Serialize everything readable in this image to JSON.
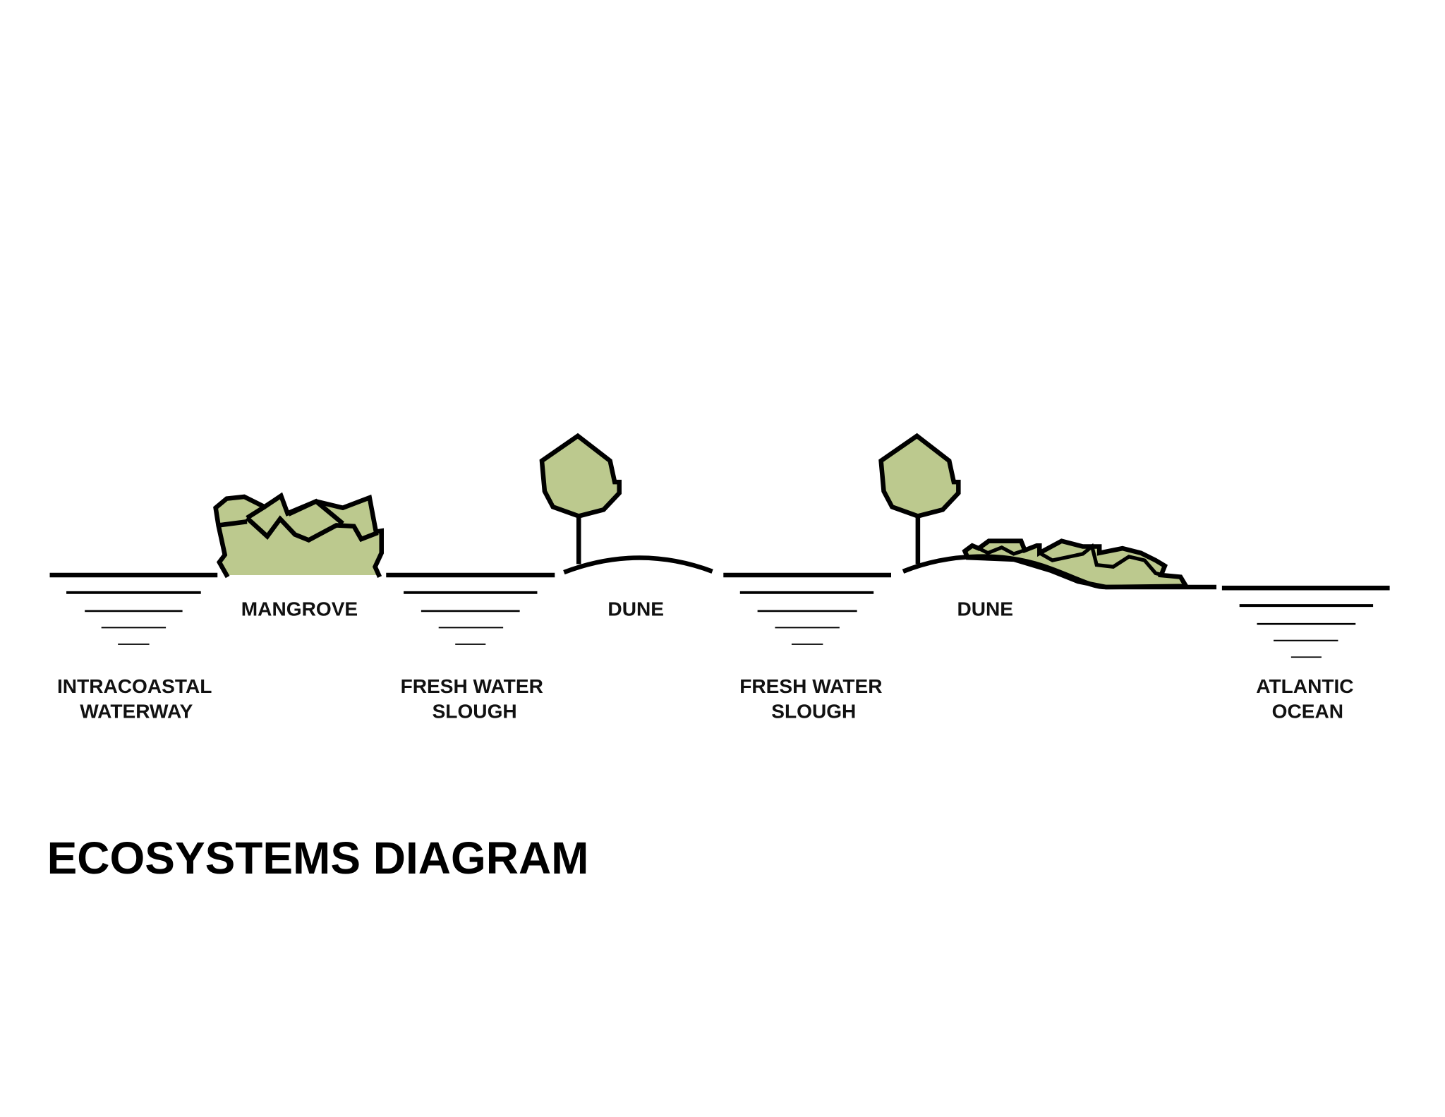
{
  "title": "ECOSYSTEMS DIAGRAM",
  "zones": [
    {
      "name": "intracoastal-waterway",
      "line1": "INTRACOASTAL",
      "line2": "WATERWAY"
    },
    {
      "name": "mangrove",
      "label": "MANGROVE"
    },
    {
      "name": "fresh-water-slough-1",
      "line1": "FRESH WATER",
      "line2": "SLOUGH"
    },
    {
      "name": "dune-1",
      "label": "DUNE"
    },
    {
      "name": "fresh-water-slough-2",
      "line1": "FRESH WATER",
      "line2": "SLOUGH"
    },
    {
      "name": "dune-2",
      "label": "DUNE"
    },
    {
      "name": "atlantic-ocean",
      "line1": "ATLANTIC",
      "line2": "OCEAN"
    }
  ],
  "colors": {
    "vegetation": "#bcc98e",
    "stroke": "#000000",
    "background": "#ffffff"
  }
}
